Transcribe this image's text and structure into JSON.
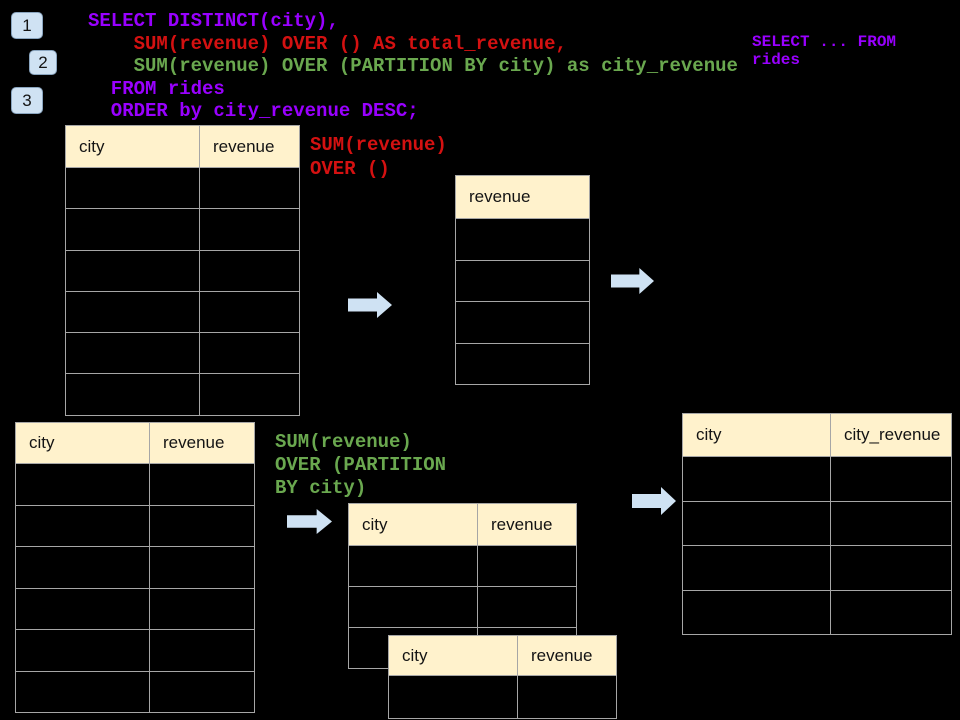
{
  "colors": {
    "background": "#000000",
    "purple": "#9900ff",
    "red": "#d41111",
    "green": "#6aa84f",
    "header_fill": "#fff2cc",
    "table_border": "#a6a6a6",
    "arrow_fill": "#cfe2f3",
    "badge_fill": "#cfe2f3"
  },
  "badges": [
    {
      "label": "1"
    },
    {
      "label": "2"
    },
    {
      "label": "3"
    }
  ],
  "sql": {
    "lines": [
      {
        "text": "SELECT DISTINCT(city),",
        "color": "purple"
      },
      {
        "text": "    SUM(revenue) OVER () AS total_revenue,",
        "color": "red"
      },
      {
        "text": "    SUM(revenue) OVER (PARTITION BY city) as city_revenue",
        "color": "green"
      },
      {
        "text": "  FROM rides",
        "color": "purple"
      },
      {
        "text": "  ORDER by city_revenue DESC;",
        "color": "purple"
      }
    ]
  },
  "side_note": {
    "lines": [
      "SELECT ... FROM",
      "rides"
    ],
    "color": "purple"
  },
  "annotations": {
    "total_label": {
      "lines": [
        "SUM(revenue)",
        "OVER ()"
      ],
      "color": "red"
    },
    "partition_label": {
      "lines": [
        "SUM(revenue)",
        "OVER (PARTITION",
        "BY city)"
      ],
      "color": "green"
    }
  },
  "tables": [
    {
      "id": "t1",
      "name": "source-rides-table",
      "headers": [
        "city",
        "revenue"
      ],
      "body_rows": 6,
      "cells": ""
    },
    {
      "id": "t2",
      "name": "total-revenue-column-table",
      "headers": [
        "revenue"
      ],
      "body_rows": 4,
      "cells": ""
    },
    {
      "id": "t3",
      "name": "source-rides-table-2",
      "headers": [
        "city",
        "revenue"
      ],
      "body_rows": 6,
      "cells": ""
    },
    {
      "id": "t4",
      "name": "partition-table-1",
      "headers": [
        "city",
        "revenue"
      ],
      "body_rows": 3,
      "cells": ""
    },
    {
      "id": "t5",
      "name": "partition-table-2",
      "headers": [
        "city",
        "revenue"
      ],
      "body_rows": 1,
      "cells": ""
    },
    {
      "id": "t6",
      "name": "city-revenue-result-table",
      "headers": [
        "city",
        "city_revenue"
      ],
      "body_rows": 4,
      "cells": ""
    }
  ],
  "arrows": {
    "icon": "arrow-right-icon",
    "count": 4
  }
}
